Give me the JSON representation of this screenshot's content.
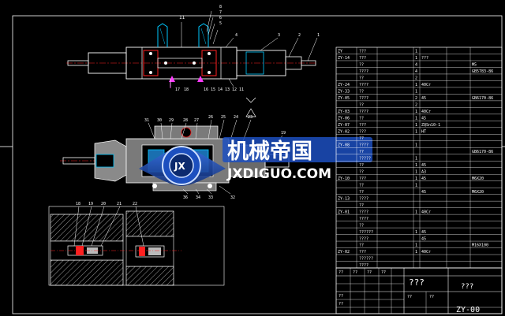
{
  "colors": {
    "background": "#000000",
    "line": "#ffffff",
    "text_yellow": "#ffff00",
    "part_red": "#ff2020",
    "part_cyan": "#00c8ff",
    "leader_magenta": "#ff3cff",
    "hatch_gray": "#8a8a8a",
    "watermark_blue": "#1c4fbf"
  },
  "top_view": {
    "balloons": [
      "11",
      "8",
      "7",
      "6",
      "5",
      "4",
      "3",
      "2",
      "1"
    ],
    "bottom_numbers": [
      "17",
      "18",
      "16",
      "15",
      "14",
      "13",
      "12",
      "11"
    ]
  },
  "mid_view": {
    "balloons_top": [
      "31",
      "30",
      "29",
      "28",
      "27",
      "26",
      "25",
      "24",
      "23"
    ],
    "balloon_side": "19",
    "balloons_bottom": [
      "36",
      "34",
      "33",
      "32"
    ]
  },
  "detail_view": {
    "balloons": [
      "18",
      "19",
      "20",
      "21",
      "22"
    ]
  },
  "watermark": {
    "chinese": "机械帝国",
    "url": "JXDIGUO.COM",
    "logo_text": "JX"
  },
  "bom": {
    "rows": [
      {
        "code": "ZY",
        "name": "???",
        "qty": "1",
        "mat": "",
        "note": ""
      },
      {
        "code": "ZY-14",
        "name": "???",
        "qty": "1",
        "mat": "???",
        "note": ""
      },
      {
        "code": "",
        "name": "??",
        "qty": "4",
        "mat": "",
        "note": "M5"
      },
      {
        "code": "",
        "name": "????",
        "qty": "4",
        "mat": "",
        "note": "GB5783-86"
      },
      {
        "code": "",
        "name": "??",
        "qty": "2",
        "mat": "",
        "note": ""
      },
      {
        "code": "ZY-24",
        "name": "????",
        "qty": "1",
        "mat": "40Cr",
        "note": ""
      },
      {
        "code": "ZY-33",
        "name": "??",
        "qty": "1",
        "mat": "",
        "note": ""
      },
      {
        "code": "ZY-05",
        "name": "????",
        "qty": "2",
        "mat": "45",
        "note": "GB6170-86"
      },
      {
        "code": "",
        "name": "??",
        "qty": "2",
        "mat": "",
        "note": ""
      },
      {
        "code": "ZY-03",
        "name": "????",
        "qty": "1",
        "mat": "40Cr",
        "note": ""
      },
      {
        "code": "ZY-06",
        "name": "??",
        "qty": "1",
        "mat": "45",
        "note": ""
      },
      {
        "code": "ZY-07",
        "name": "???",
        "qty": "1",
        "mat": "ZQSn10-1",
        "note": ""
      },
      {
        "code": "ZY-02",
        "name": "???",
        "qty": "1",
        "mat": "HT",
        "note": ""
      },
      {
        "code": "",
        "name": "??",
        "qty": "",
        "mat": "",
        "note": ""
      },
      {
        "code": "ZY-08",
        "name": "????",
        "qty": "1",
        "mat": "",
        "note": ""
      },
      {
        "code": "",
        "name": "??",
        "qty": "",
        "mat": "",
        "note": "GB6170-86"
      },
      {
        "code": "",
        "name": "?????",
        "qty": "1",
        "mat": "",
        "note": ""
      },
      {
        "code": "",
        "name": "??",
        "qty": "1",
        "mat": "45",
        "note": ""
      },
      {
        "code": "",
        "name": "??",
        "qty": "1",
        "mat": "A3",
        "note": ""
      },
      {
        "code": "ZY-10",
        "name": "???",
        "qty": "1",
        "mat": "45",
        "note": "M6X20"
      },
      {
        "code": "",
        "name": "??",
        "qty": "1",
        "mat": "",
        "note": ""
      },
      {
        "code": "",
        "name": "??",
        "qty": "",
        "mat": "45",
        "note": "M6X20"
      },
      {
        "code": "ZY-13",
        "name": "????",
        "qty": "",
        "mat": "",
        "note": ""
      },
      {
        "code": "",
        "name": "??",
        "qty": "",
        "mat": "",
        "note": ""
      },
      {
        "code": "ZY-01",
        "name": "????",
        "qty": "1",
        "mat": "40Cr",
        "note": ""
      },
      {
        "code": "",
        "name": "????",
        "qty": "",
        "mat": "",
        "note": ""
      },
      {
        "code": "",
        "name": "??",
        "qty": "",
        "mat": "",
        "note": ""
      },
      {
        "code": "",
        "name": "??????",
        "qty": "1",
        "mat": "45",
        "note": ""
      },
      {
        "code": "",
        "name": "????",
        "qty": "",
        "mat": "45",
        "note": ""
      },
      {
        "code": "",
        "name": "??",
        "qty": "1",
        "mat": "",
        "note": "M16X100"
      },
      {
        "code": "ZY-02",
        "name": "???",
        "qty": "1",
        "mat": "40Cr",
        "note": ""
      },
      {
        "code": "",
        "name": "??????",
        "qty": "",
        "mat": "",
        "note": ""
      },
      {
        "code": "",
        "name": "????",
        "qty": "",
        "mat": "",
        "note": ""
      }
    ],
    "header": [
      "??",
      "??",
      "??",
      "??",
      "??",
      "??"
    ]
  },
  "title_block": {
    "title": "???",
    "company": "???",
    "drawing_no": "ZY-00",
    "small_cells": [
      "??",
      "??",
      "??",
      "??",
      "??",
      "??",
      "??",
      "??"
    ]
  }
}
